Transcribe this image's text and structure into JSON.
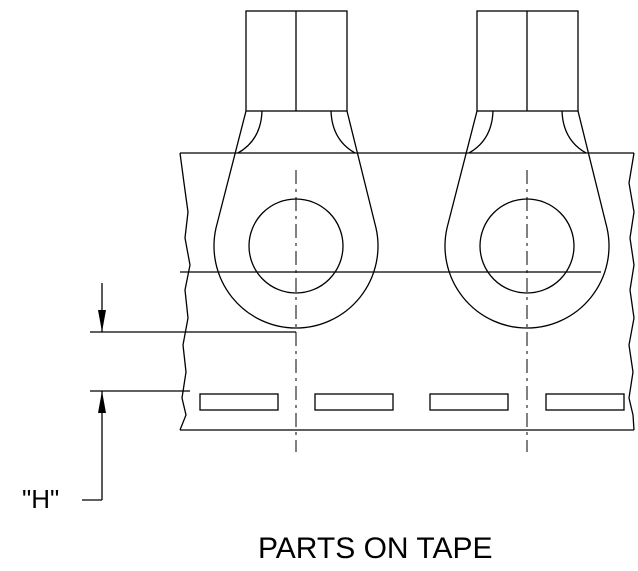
{
  "drawing": {
    "caption": "PARTS ON TAPE",
    "dimension_label": "\"H\"",
    "terminal_count": 2,
    "sprocket_hole_count": 4,
    "line_color": "#000000",
    "background_color": "#ffffff"
  }
}
